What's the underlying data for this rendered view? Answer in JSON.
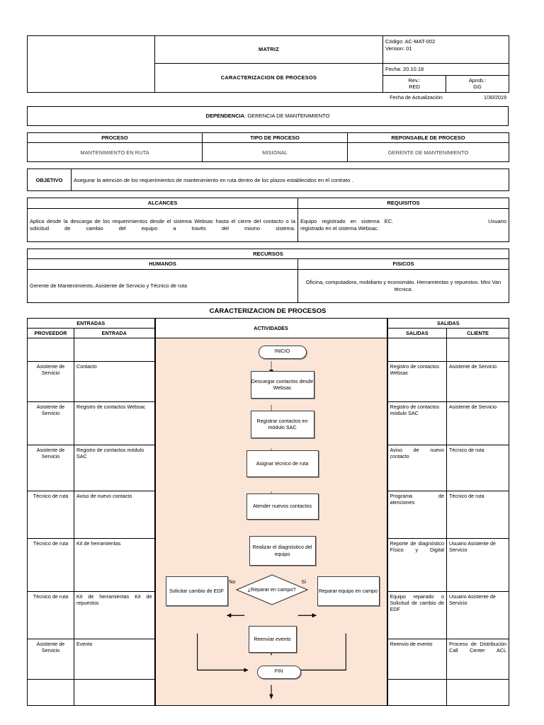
{
  "header": {
    "logo_cell": "",
    "matriz_title": "MATRIZ",
    "doc_title": "CARACTERIZACION DE PROCESOS",
    "codigo": "Código: AC-MAT-002",
    "version": "Version: 01",
    "fecha": "Fecha: 20.10.18",
    "rev_label": "Rev.:",
    "rev_value": "RED",
    "aprob_label": "Aprob.:",
    "aprob_value": "GG",
    "fecha_actualizacion_label": "Fecha de Actualización:",
    "fecha_actualizacion_value": "1/30/2019"
  },
  "dependencia": {
    "label": "DEPENDENCIA",
    "value": "GERENCIA DE MANTENIMIENTO"
  },
  "proceso_table": {
    "headers": [
      "PROCESO",
      "TIPO DE PROCESO",
      "REPONSABLE DE PROCESO"
    ],
    "values": [
      "MANTENIMIENTO EN RUTA",
      "MISIONAL",
      "GERENTE DE MANTENIMIENTO"
    ]
  },
  "objetivo": {
    "label": "OBJETIVO",
    "text": "Asegurar la atención de los requerimientos de mantenimiento en ruta dentro de los plazos establecidos en el contrato ."
  },
  "alcances": {
    "header_left": "ALCANCES",
    "header_right": "REQUISITOS",
    "text_left": "Aplica desde la descarga de los requerimientos desde el sistema Websac hasta el cierre del contacto o la solicitud de cambio del equipo a través del mismo sistema.",
    "text_right_1": "Equipo registrado en sistema EC.",
    "text_right_2": "Usuario registrado en el sistema Websac."
  },
  "recursos": {
    "title": "RECURSOS",
    "header_left": "HUMANOS",
    "header_right": "FISICOS",
    "text_left": "Gerente de Mantenimiento, Asistente de Servicio y Técnico de ruta",
    "text_right": "Oficina, computadora, mobiliario y economáto.   Herramientas y repuestos. Mini Van técnica."
  },
  "flow_section": {
    "title": "CARACTERIZACION DE PROCESOS",
    "group_entradas": "ENTRADAS",
    "group_actividades": "ACTIVIDADES",
    "group_salidas": "SALIDAS",
    "col_proveedor": "PROVEEDOR",
    "col_entrada": "ENTRADA",
    "col_salidas": "SALIDAS",
    "col_cliente": "CLIENTE",
    "rows": [
      {
        "proveedor": "",
        "entrada": "",
        "salida": "",
        "cliente": ""
      },
      {
        "proveedor": "Asistente de Servicio",
        "entrada": "Contacto",
        "salida": "Registro de contactos Websac",
        "cliente": "Asistente de Servicio"
      },
      {
        "proveedor": "Asistente de Servicio",
        "entrada": "Registro de contactos Websac",
        "salida": "Registro de contactos módulo SAC",
        "cliente": "Asistente de Servicio"
      },
      {
        "proveedor": "Asistente de Servicio",
        "entrada": "Registro de contactos módulo SAC",
        "salida": "Aviso de nuevo contacto",
        "cliente": "Técnico de ruta"
      },
      {
        "proveedor": "Técnico de ruta",
        "entrada": "Aviso de nuevo contacto",
        "salida": "Programa de atenciones",
        "cliente": "Técnico de ruta"
      },
      {
        "proveedor": "Técnico de ruta",
        "entrada": "Kit de herramientas",
        "salida": "Reporte de diagnóstico Físico y Digital",
        "cliente": "Usuario Asistente de Servicio"
      },
      {
        "proveedor": "Técnico de ruta",
        "entrada": "Kit de herramientas    Kit de repuestos",
        "salida": "Equipo reparado o Solicitud de cambio de EDF",
        "cliente": "Usuario Asistente de Servicio"
      },
      {
        "proveedor": "Asistente de Servicio",
        "entrada": "Evento",
        "salida": "Reenvio de evento",
        "cliente": "Proceso de Distribución   Call Center ACL"
      },
      {
        "proveedor": "",
        "entrada": "",
        "salida": "",
        "cliente": ""
      }
    ]
  },
  "flowchart": {
    "type": "flowchart",
    "nodes": [
      {
        "id": "inicio",
        "label": "INICIO",
        "shape": "terminator"
      },
      {
        "id": "n1",
        "label": "Descargar contactos desde Websac",
        "shape": "process"
      },
      {
        "id": "n2",
        "label": "Registrar contactos en módulo SAC",
        "shape": "process"
      },
      {
        "id": "n3",
        "label": "Asignar técnico de ruta",
        "shape": "process"
      },
      {
        "id": "n4",
        "label": "Atender nuevos contactos",
        "shape": "process"
      },
      {
        "id": "n5",
        "label": "Realizar el diagnóstico del equipo",
        "shape": "process"
      },
      {
        "id": "d1",
        "label": "¿Reparar en campo?",
        "shape": "decision"
      },
      {
        "id": "n6",
        "label": "Solicitar cambio de EDF",
        "shape": "process"
      },
      {
        "id": "n7",
        "label": "Reparar equipo en campo",
        "shape": "process"
      },
      {
        "id": "n8",
        "label": "Reenviar evento",
        "shape": "process"
      },
      {
        "id": "fin",
        "label": "FIN",
        "shape": "terminator"
      }
    ],
    "edge_labels": {
      "no": "No",
      "si": "Sí"
    },
    "accent_bg": "#FBE5D6"
  }
}
